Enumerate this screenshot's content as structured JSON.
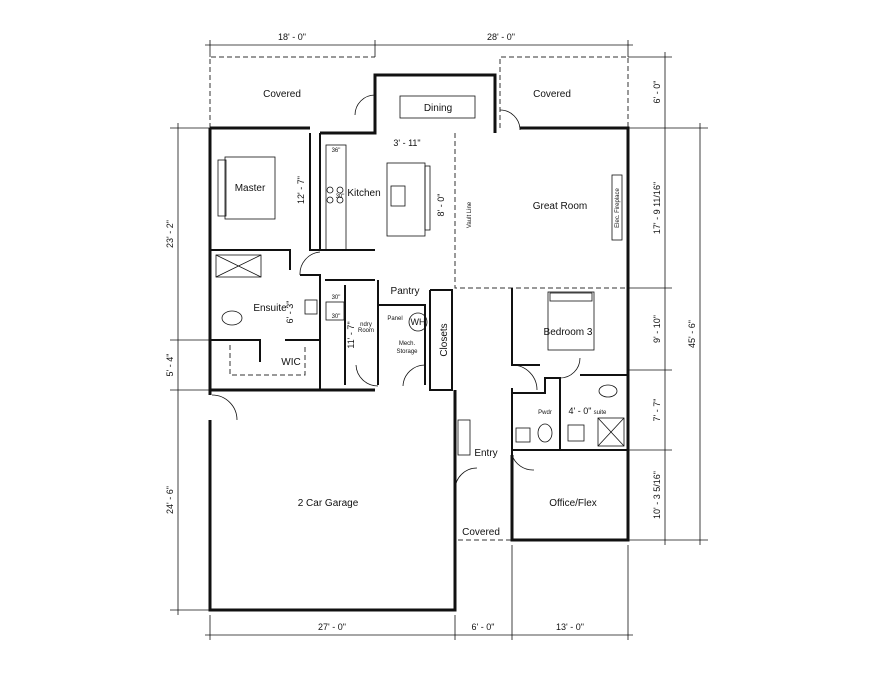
{
  "rooms": {
    "covered_left": "Covered",
    "dining": "Dining",
    "covered_right": "Covered",
    "master": "Master",
    "kitchen": "Kitchen",
    "great_room": "Great Room",
    "pantry": "Pantry",
    "ensuite": "Ensuite",
    "bedroom3": "Bedroom 3",
    "wic": "WIC",
    "entry": "Entry",
    "garage": "2 Car Garage",
    "office": "Office/Flex",
    "covered_entry": "Covered",
    "pwdr": "Pwdr",
    "closets": "Closets",
    "mech": "Mech.",
    "storage": "Storage",
    "panel": "Panel",
    "wh": "WH",
    "laundry1": "ndry",
    "laundry2": "Room",
    "vault_line": "Vault Line",
    "fireplace": "Elec. Fireplace",
    "suite": "suite",
    "appl_36": "36\"",
    "appl_30a": "30\"",
    "appl_30b": "30\"",
    "appl_30c": "30\""
  },
  "dims": {
    "top": [
      "18' - 0\"",
      "28' - 0\""
    ],
    "bottom": [
      "27' - 0\"",
      "6' - 0\"",
      "13' - 0\""
    ],
    "left": [
      "23' - 2\"",
      "5' - 4\"",
      "24' - 6\""
    ],
    "right": [
      "6' - 0\"",
      "17' - 9 11/16\"",
      "9' - 10\"",
      "7' - 7\"",
      "10' - 3 5/16\""
    ],
    "right_total": "45' - 6\"",
    "inner": {
      "master_depth": "12' - 7\"",
      "island_width": "3' - 11\"",
      "island_length": "8' - 0\"",
      "ensuite": "6' - 3\"",
      "laundry": "11' - 7\"",
      "bath": "4' - 0\""
    }
  }
}
